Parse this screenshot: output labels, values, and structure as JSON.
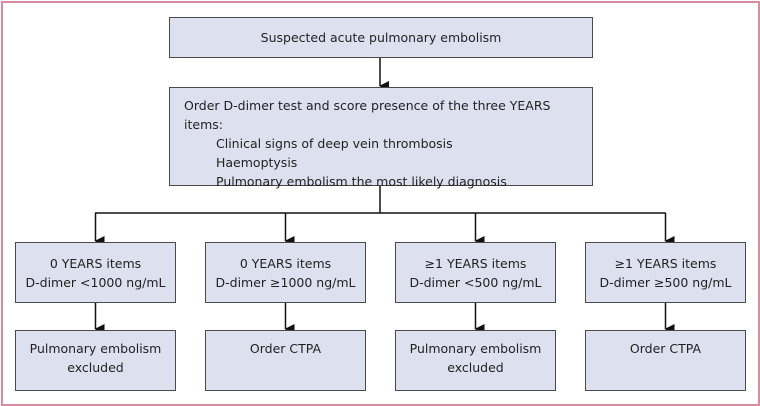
{
  "diagram": {
    "type": "flowchart",
    "colors": {
      "frame_border": "#d98ba0",
      "box_fill": "#dde0ee",
      "box_border": "#4a4a4a",
      "connector": "#111111"
    },
    "start_node": {
      "label": "Suspected acute pulmonary embolism"
    },
    "assessment_node": {
      "heading": "Order D-dimer test and score presence of the three YEARS items:",
      "items": [
        "Clinical signs of deep vein thrombosis",
        "Haemoptysis",
        "Pulmonary embolism the most likely diagnosis"
      ]
    },
    "branches": [
      {
        "condition_lines": [
          "0 YEARS items",
          "D-dimer <1000 ng/mL"
        ],
        "outcome_lines": [
          "Pulmonary embolism",
          "excluded"
        ]
      },
      {
        "condition_lines": [
          "0 YEARS items",
          "D-dimer ≥1000 ng/mL"
        ],
        "outcome_lines": [
          "Order CTPA"
        ]
      },
      {
        "condition_lines": [
          "≥1 YEARS items",
          "D-dimer <500 ng/mL"
        ],
        "outcome_lines": [
          "Pulmonary embolism",
          "excluded"
        ]
      },
      {
        "condition_lines": [
          "≥1 YEARS items",
          "D-dimer ≥500 ng/mL"
        ],
        "outcome_lines": [
          "Order CTPA"
        ]
      }
    ],
    "edges": [
      {
        "from": "start_node",
        "to": "assessment_node"
      },
      {
        "from": "assessment_node",
        "to": "branches.0"
      },
      {
        "from": "assessment_node",
        "to": "branches.1"
      },
      {
        "from": "assessment_node",
        "to": "branches.2"
      },
      {
        "from": "assessment_node",
        "to": "branches.3"
      },
      {
        "from": "branches.0",
        "to": "branches.0.outcome"
      },
      {
        "from": "branches.1",
        "to": "branches.1.outcome"
      },
      {
        "from": "branches.2",
        "to": "branches.2.outcome"
      },
      {
        "from": "branches.3",
        "to": "branches.3.outcome"
      }
    ]
  }
}
